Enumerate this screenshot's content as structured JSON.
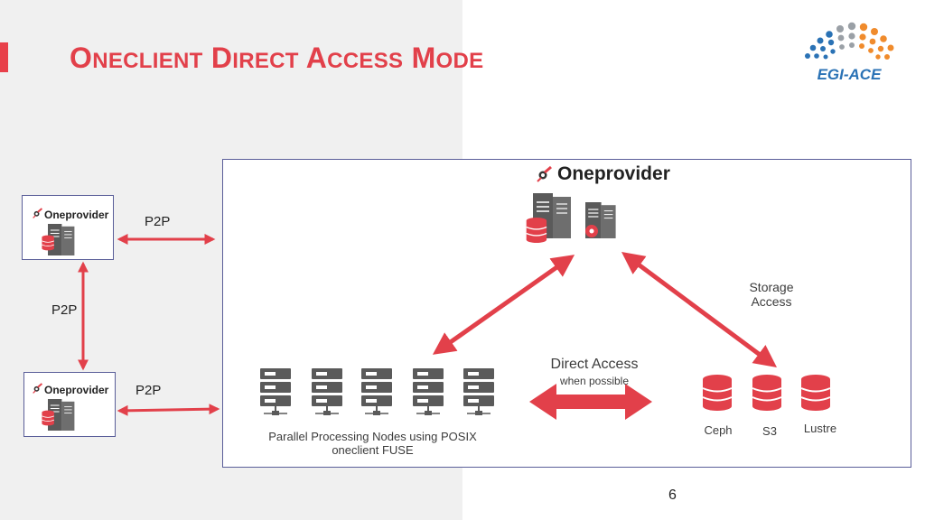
{
  "slide": {
    "title_parts": [
      {
        "cap": "O",
        "rest": "NECLIENT"
      },
      {
        "cap": "D",
        "rest": "IRECT"
      },
      {
        "cap": "A",
        "rest": "CCESS"
      },
      {
        "cap": "M",
        "rest": "ODE"
      }
    ],
    "page_number": "6"
  },
  "logo": {
    "text": "EGI-ACE",
    "colors": [
      "#2a72b5",
      "#f08b2c",
      "#9aa0a6"
    ]
  },
  "colors": {
    "accent": "#e2404a",
    "arrow": "#e2404a",
    "box_border": "#5a5e99",
    "server": "#5a5a5a",
    "db": "#e2404a"
  },
  "main_provider": {
    "name": "Oneprovider"
  },
  "remote_providers": [
    {
      "name": "Oneprovider",
      "p2p_label": "P2P"
    },
    {
      "name": "Oneprovider",
      "p2p_label": "P2P"
    }
  ],
  "vertical_p2p_label": "P2P",
  "nodes": {
    "caption_line1": "Parallel Processing Nodes using POSIX",
    "caption_line2": "oneclient FUSE"
  },
  "direct_access": {
    "title": "Direct Access",
    "subtitle": "when possible"
  },
  "storage_access": {
    "line1": "Storage",
    "line2": "Access"
  },
  "storages": [
    {
      "label": "Ceph"
    },
    {
      "label": "S3"
    },
    {
      "label": "Lustre"
    }
  ]
}
